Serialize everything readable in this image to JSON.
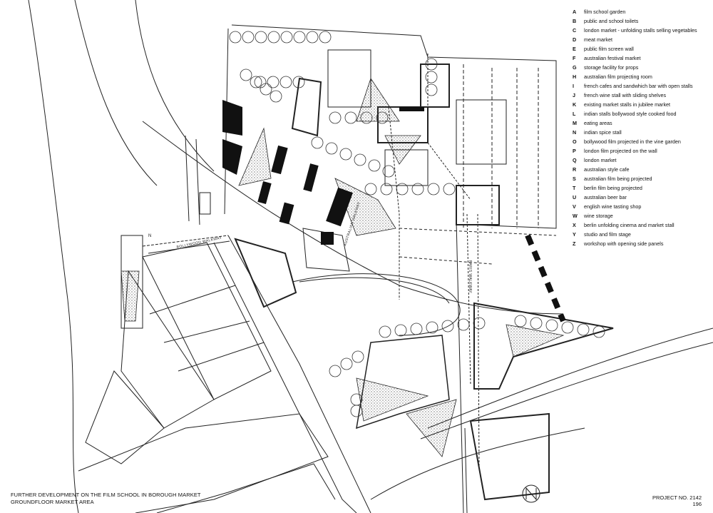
{
  "legend": [
    {
      "key": "A",
      "label": "film school garden"
    },
    {
      "key": "B",
      "label": "public and school toilets"
    },
    {
      "key": "C",
      "label": "london market - unfolding stalls selling vegetables"
    },
    {
      "key": "D",
      "label": "meat market"
    },
    {
      "key": "E",
      "label": "public film screen wall"
    },
    {
      "key": "F",
      "label": "australian festival market"
    },
    {
      "key": "G",
      "label": "storage facility for props"
    },
    {
      "key": "H",
      "label": "australian film projecting room"
    },
    {
      "key": "I",
      "label": "french cafes and sandwhich bar with open stalls"
    },
    {
      "key": "J",
      "label": "french wine stall with sliding shelves"
    },
    {
      "key": "K",
      "label": "existing market stalls in jubilee market"
    },
    {
      "key": "L",
      "label": "indian stalls bollywood style cooked food"
    },
    {
      "key": "M",
      "label": "eating areas"
    },
    {
      "key": "N",
      "label": "indian spice stall"
    },
    {
      "key": "O",
      "label": "bollywood film projected in the vine garden"
    },
    {
      "key": "P",
      "label": "london film projected on the wall"
    },
    {
      "key": "Q",
      "label": "london market"
    },
    {
      "key": "R",
      "label": "australian style cafe"
    },
    {
      "key": "S",
      "label": "australian film being projected"
    },
    {
      "key": "T",
      "label": "berlin film being projected"
    },
    {
      "key": "U",
      "label": "australian beer bar"
    },
    {
      "key": "V",
      "label": "english wine tasting shop"
    },
    {
      "key": "W",
      "label": "wine storage"
    },
    {
      "key": "X",
      "label": "berlin unfolding cinema and market stall"
    },
    {
      "key": "Y",
      "label": "studio and film stage"
    },
    {
      "key": "Z",
      "label": "workshop with opening side panels"
    }
  ],
  "streets": {
    "bollywood": "BOLLYWOOD WALKWAY",
    "paris": "PARIS WALKWAY",
    "australian": "AUSTRALIAN WALKWAY"
  },
  "caption": {
    "line1": "FURTHER DEVELOPMENT ON THE FILM SCHOOL IN BOROUGH MARKET",
    "line2": "GROUNDFLOOR MARKET AREA"
  },
  "project": {
    "number": "PROJECT NO. 2142",
    "page": "196"
  },
  "north_label": "N"
}
